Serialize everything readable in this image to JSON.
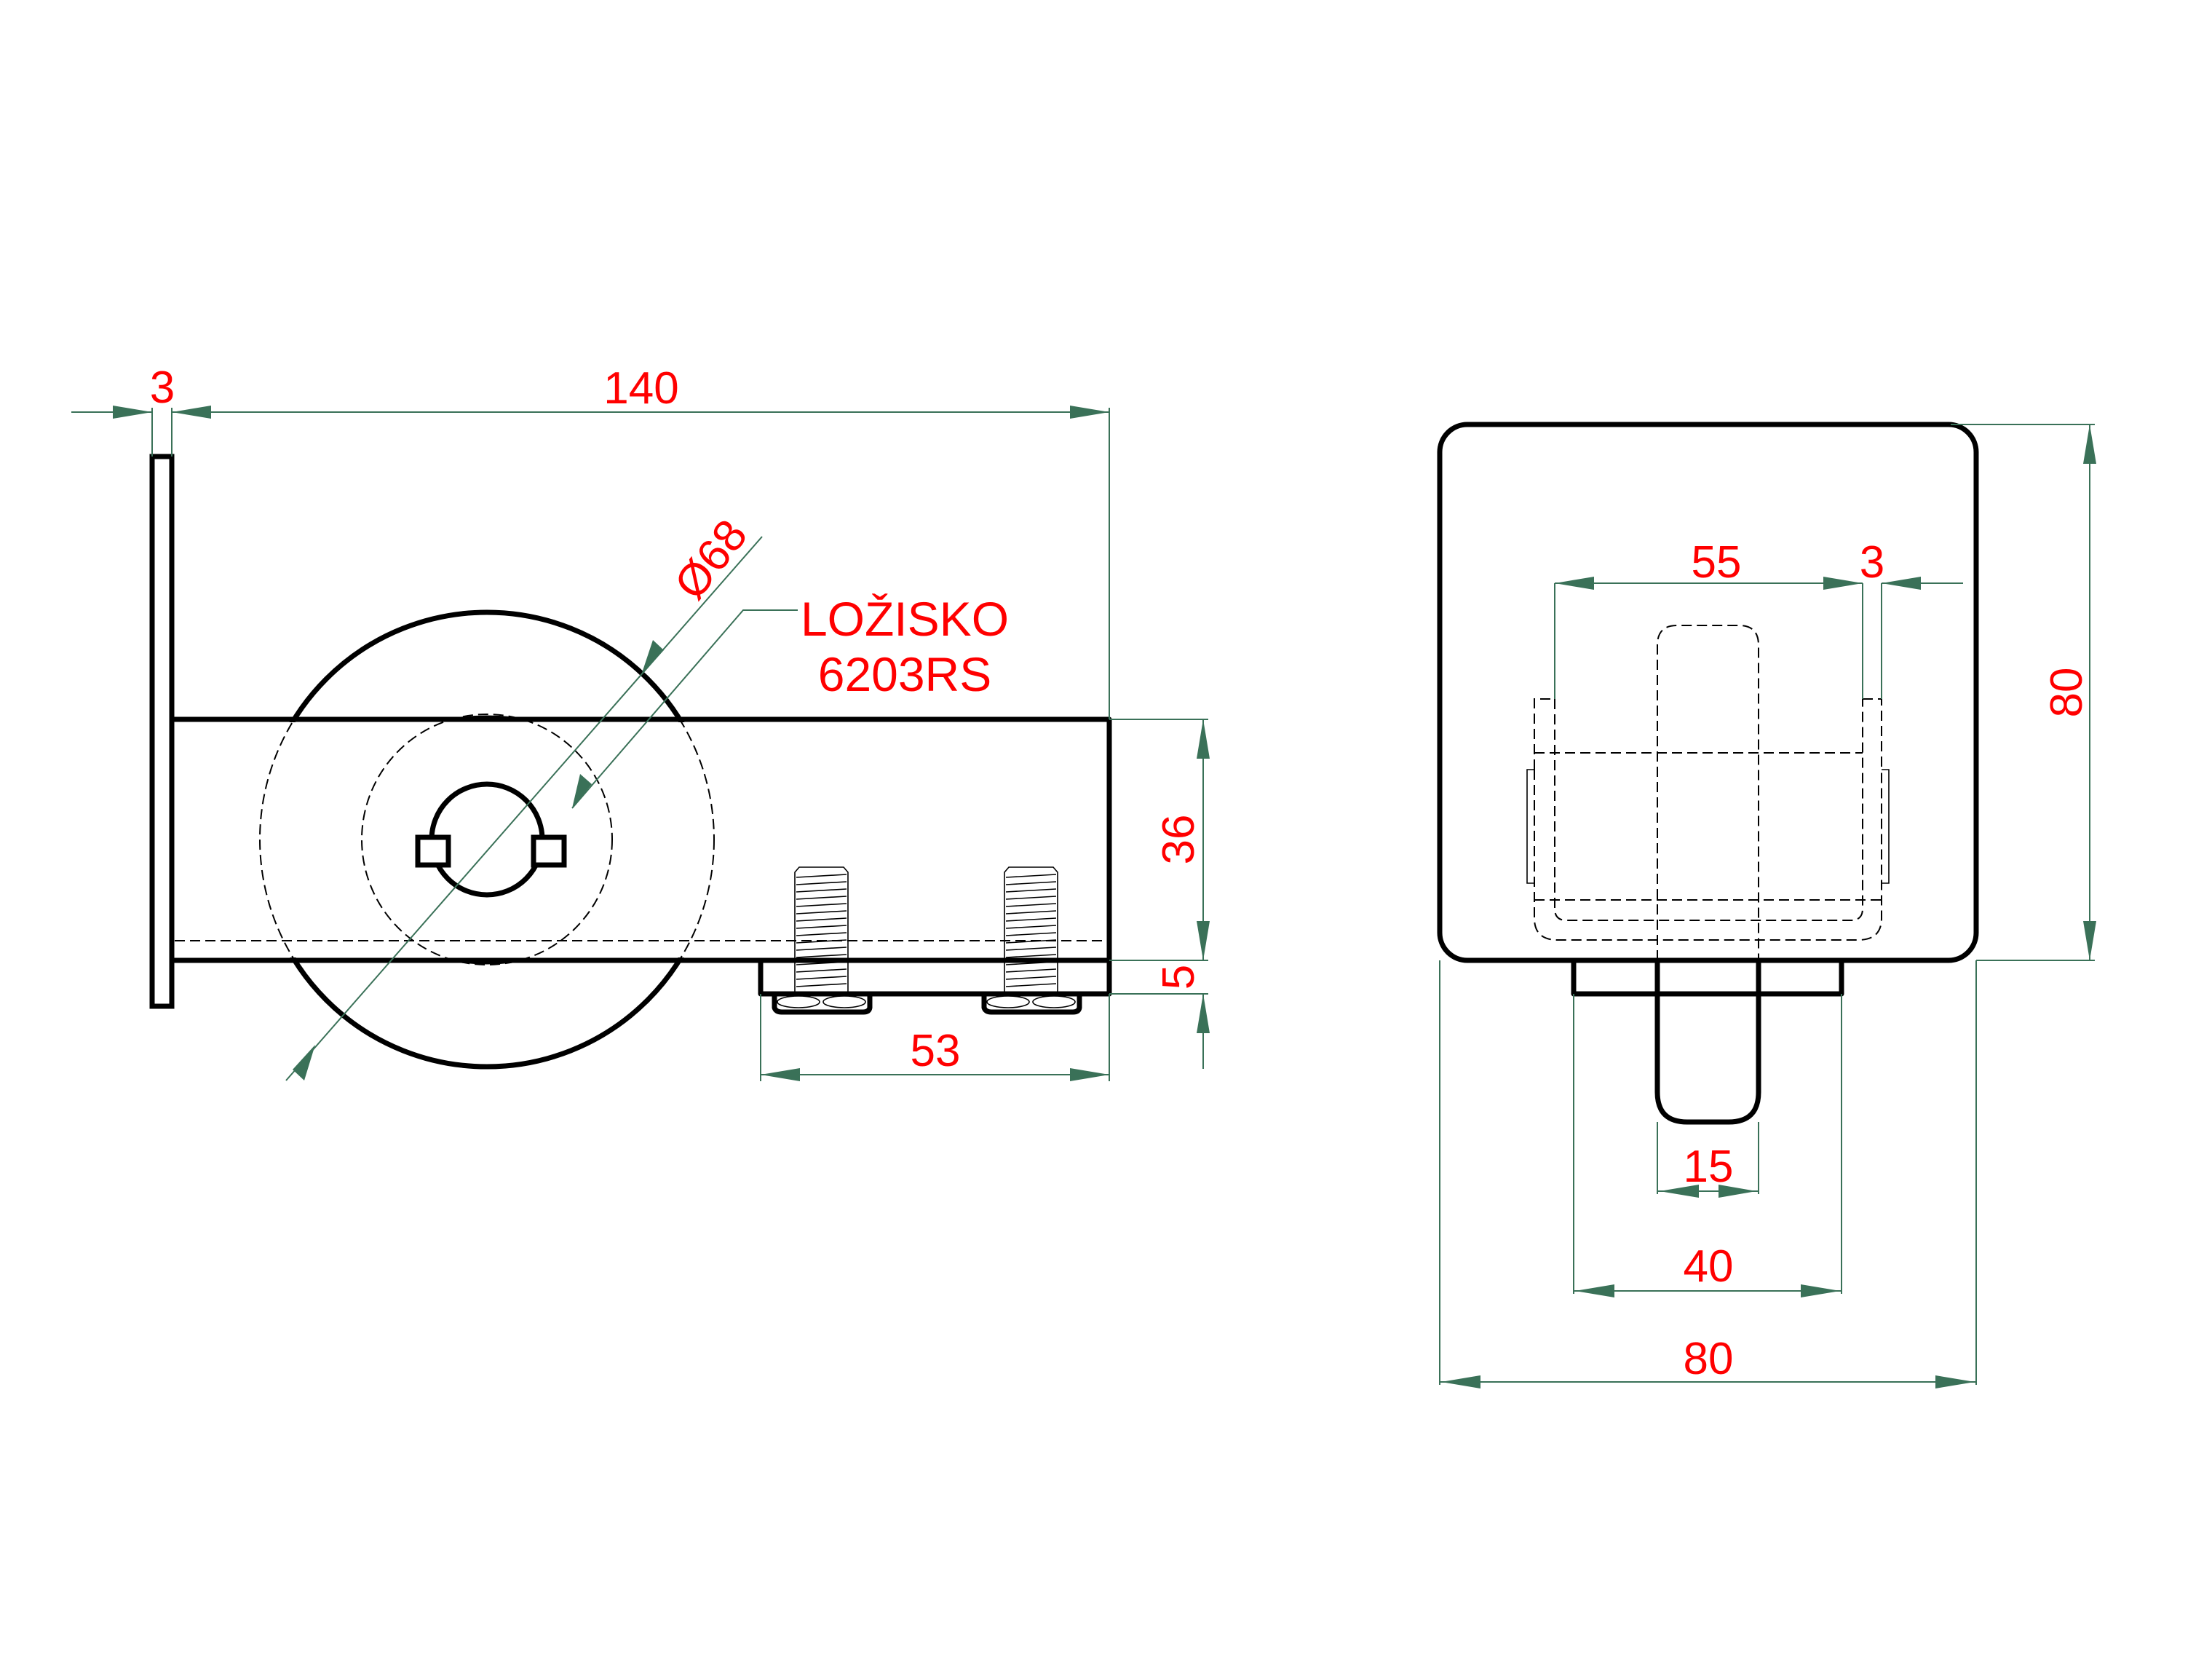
{
  "drawing": {
    "title": "Roller bracket technical drawing",
    "colors": {
      "outline": "#000000",
      "dimension": "#3a7158",
      "dimension_text": "#ff0000",
      "background": "#ffffff"
    }
  },
  "side_view": {
    "dims": {
      "plate_thickness": "3",
      "overall_length": "140",
      "wheel_diameter": "Ø68",
      "beam_height": "36",
      "base_thickness": "5",
      "base_length": "53"
    },
    "note": {
      "line1": "LOŽISKO",
      "line2": "6203RS"
    }
  },
  "front_view": {
    "dims": {
      "height": "80",
      "width": "80",
      "inner_width": "55",
      "wall_thickness": "3",
      "base_width": "40",
      "stem_width": "15"
    }
  }
}
